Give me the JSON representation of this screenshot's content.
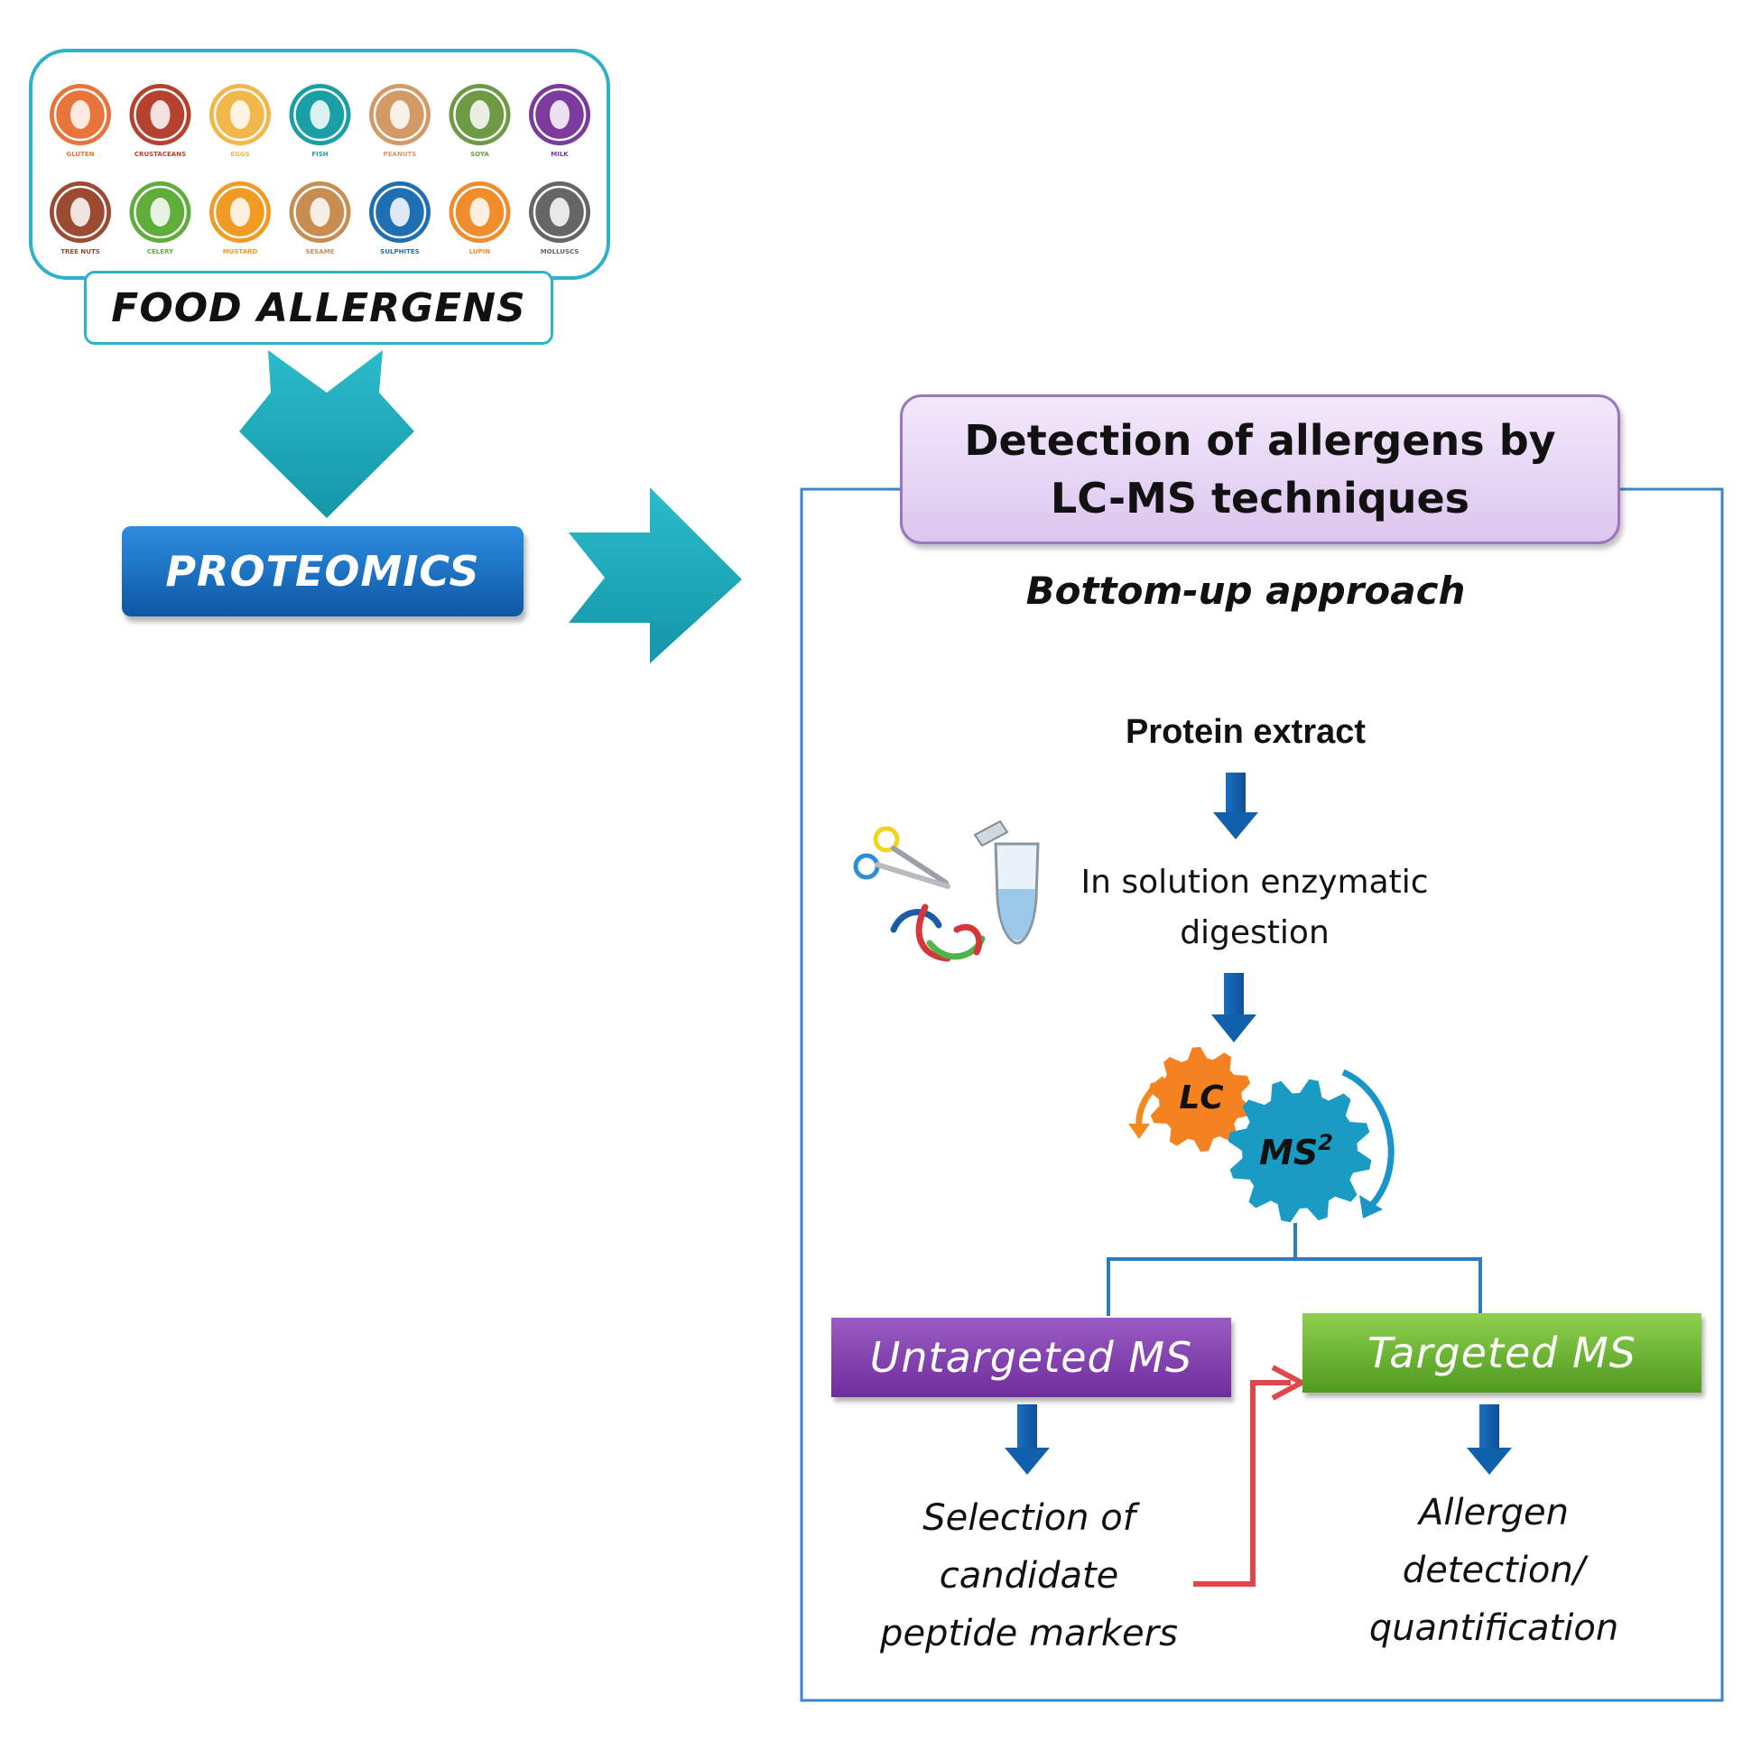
{
  "allergen_panel": {
    "items": [
      {
        "label": "GLUTEN",
        "color": "#e8743b",
        "icon": "wheat-icon"
      },
      {
        "label": "CRUSTACEANS",
        "color": "#b5412f",
        "icon": "crab-icon"
      },
      {
        "label": "EGGS",
        "color": "#f2b74a",
        "icon": "egg-icon"
      },
      {
        "label": "FISH",
        "color": "#1a9fa6",
        "icon": "fish-icon"
      },
      {
        "label": "PEANUTS",
        "color": "#d49a66",
        "icon": "peanut-icon"
      },
      {
        "label": "SOYA",
        "color": "#6e9a45",
        "icon": "soy-pod-icon"
      },
      {
        "label": "MILK",
        "color": "#7b3a9c",
        "icon": "milk-carton-icon"
      },
      {
        "label": "TREE NUTS",
        "color": "#9c4a32",
        "icon": "walnut-icon"
      },
      {
        "label": "CELERY",
        "color": "#5fae3c",
        "icon": "celery-icon"
      },
      {
        "label": "MUSTARD",
        "color": "#f19a24",
        "icon": "mustard-bottle-icon"
      },
      {
        "label": "SESAME",
        "color": "#c88d52",
        "icon": "sesame-icon"
      },
      {
        "label": "SULPHITES",
        "color": "#1f6fb3",
        "icon": "flask-icon"
      },
      {
        "label": "LUPIN",
        "color": "#f08c2c",
        "icon": "lupin-seed-icon"
      },
      {
        "label": "MOLLUSCS",
        "color": "#666666",
        "icon": "shell-icon"
      }
    ],
    "panel_border_color": "#2cb3c6"
  },
  "food_allergens_label": "FOOD ALLERGENS",
  "proteomics_label": "PROTEOMICS",
  "arrow_color": "#1da7b8",
  "detection_title": {
    "line1": "Detection of allergens by",
    "line2": "LC-MS techniques"
  },
  "approach_label": "Bottom-up approach",
  "workflow": {
    "protein_extract": "Protein extract",
    "digestion_line1": "In solution enzymatic",
    "digestion_line2": "digestion",
    "lc_label": "LC",
    "ms2_label": "MS",
    "ms2_superscript": "2"
  },
  "branches": {
    "untargeted_label": "Untargeted MS",
    "targeted_label": "Targeted MS",
    "untargeted_outcome": [
      "Selection of",
      "candidate",
      "peptide markers"
    ],
    "targeted_outcome": [
      "Allergen",
      "detection/",
      "quantification"
    ]
  }
}
